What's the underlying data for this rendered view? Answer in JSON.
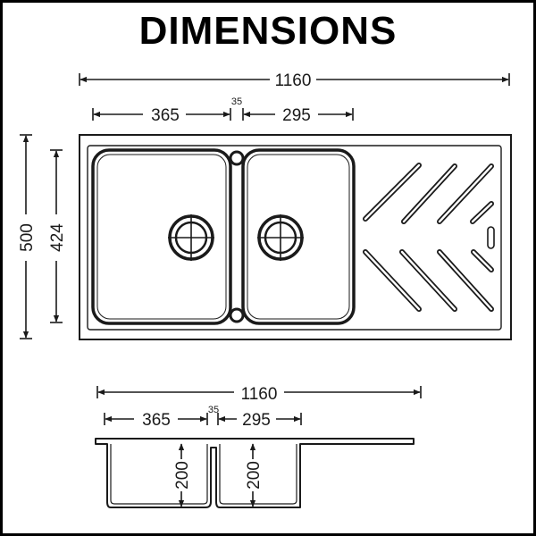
{
  "title": "DIMENSIONS",
  "top_view": {
    "overall_width": "1160",
    "bowl_left_width": "365",
    "bowl_gap": "35",
    "bowl_right_width": "295",
    "overall_depth": "500",
    "bowl_depth": "424"
  },
  "side_view": {
    "overall_width": "1160",
    "bowl_left_width": "365",
    "bowl_gap": "35",
    "bowl_right_width": "295",
    "bowl_left_height": "200",
    "bowl_right_height": "200"
  }
}
